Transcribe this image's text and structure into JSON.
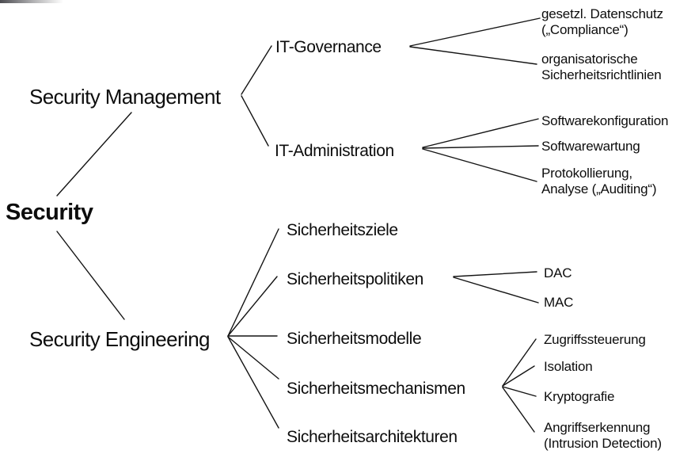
{
  "tree": {
    "root": {
      "label": "Security"
    },
    "branches": [
      {
        "label": "Security Management",
        "children": [
          {
            "label": "IT-Governance",
            "leaves": [
              {
                "label": "gesetzl. Datenschutz\n(„Compliance“)"
              },
              {
                "label": "organisatorische\nSicherheitsrichtlinien"
              }
            ]
          },
          {
            "label": "IT-Administration",
            "leaves": [
              {
                "label": "Softwarekonfiguration"
              },
              {
                "label": "Softwarewartung"
              },
              {
                "label": "Protokollierung,\nAnalyse („Auditing“)"
              }
            ]
          }
        ]
      },
      {
        "label": "Security Engineering",
        "children": [
          {
            "label": "Sicherheitsziele",
            "leaves": []
          },
          {
            "label": "Sicherheitspolitiken",
            "leaves": [
              {
                "label": "DAC"
              },
              {
                "label": "MAC"
              }
            ]
          },
          {
            "label": "Sicherheitsmodelle",
            "leaves": []
          },
          {
            "label": "Sicherheitsmechanismen",
            "leaves": [
              {
                "label": "Zugriffssteuerung"
              },
              {
                "label": "Isolation"
              },
              {
                "label": "Kryptografie"
              },
              {
                "label": "Angriffserkennung\n(Intrusion Detection)"
              }
            ]
          },
          {
            "label": "Sicherheitsarchitekturen",
            "leaves": []
          }
        ]
      }
    ]
  },
  "colors": {
    "background": "#ffffff",
    "text": "#0d0d0d",
    "line": "#141414"
  }
}
